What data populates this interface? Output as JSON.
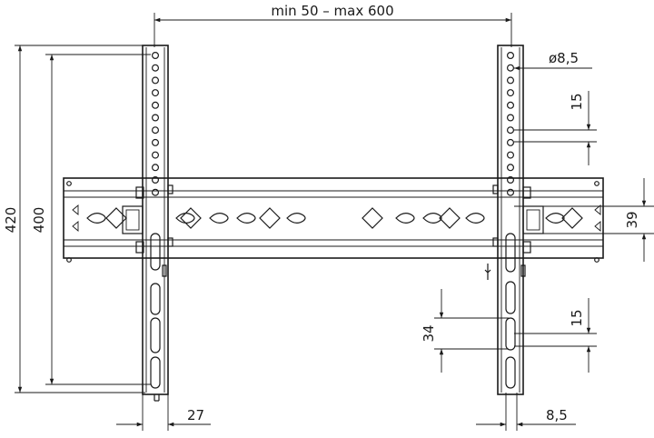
{
  "dimensions": {
    "width_range": "min 50 – max 600",
    "hole_diameter": "ø8,5",
    "height_outer": "420",
    "height_inner": "400",
    "upper_pitch": "15",
    "rail_height": "39",
    "slot_length": "34",
    "lower_pitch": "15",
    "strip_offset": "27",
    "strip_width": "8,5"
  },
  "colors": {
    "line": "#1a1a1a",
    "background": "#ffffff"
  }
}
